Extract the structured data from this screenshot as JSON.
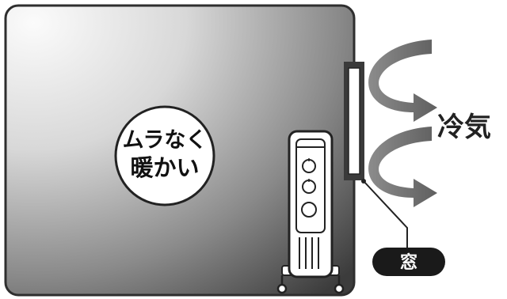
{
  "room": {
    "warm_label_line1": "ムラなく",
    "warm_label_line2": "暖かい"
  },
  "outside": {
    "cold_air_label": "冷気",
    "window_label": "窓"
  },
  "colors": {
    "room_light": "#f4f4f4",
    "room_dark": "#4a4a4a",
    "arrow_gray": "#6e6e6e",
    "outline": "#333333",
    "label_bg": "#1a1a1a",
    "label_fg": "#ffffff"
  },
  "icons": {
    "heater": "oil-heater-icon",
    "cold_air_arrows": "curved-arrow-icon"
  }
}
